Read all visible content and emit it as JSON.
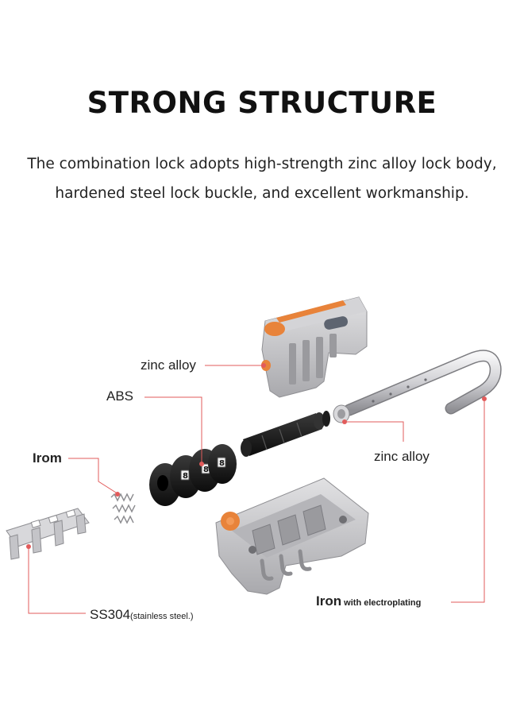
{
  "title": "STRONG STRUCTURE",
  "description": {
    "line1": "The combination lock adopts high-strength zinc alloy lock body,",
    "line2": "hardened steel lock buckle, and excellent workmanship."
  },
  "labels": {
    "top_body": "zinc alloy",
    "dials": "ABS",
    "spring": "Irom",
    "shackle_collar": "zinc alloy",
    "plate_main": "SS304",
    "plate_sub": "(stainless steel.)",
    "shackle_main": "Iron",
    "shackle_sub": " with electroplating"
  },
  "dial_digit": "8",
  "colors": {
    "accent": "#e8833a",
    "leader": "#e25b5b",
    "metal": "#c9c9cb",
    "dial": "#161616"
  }
}
